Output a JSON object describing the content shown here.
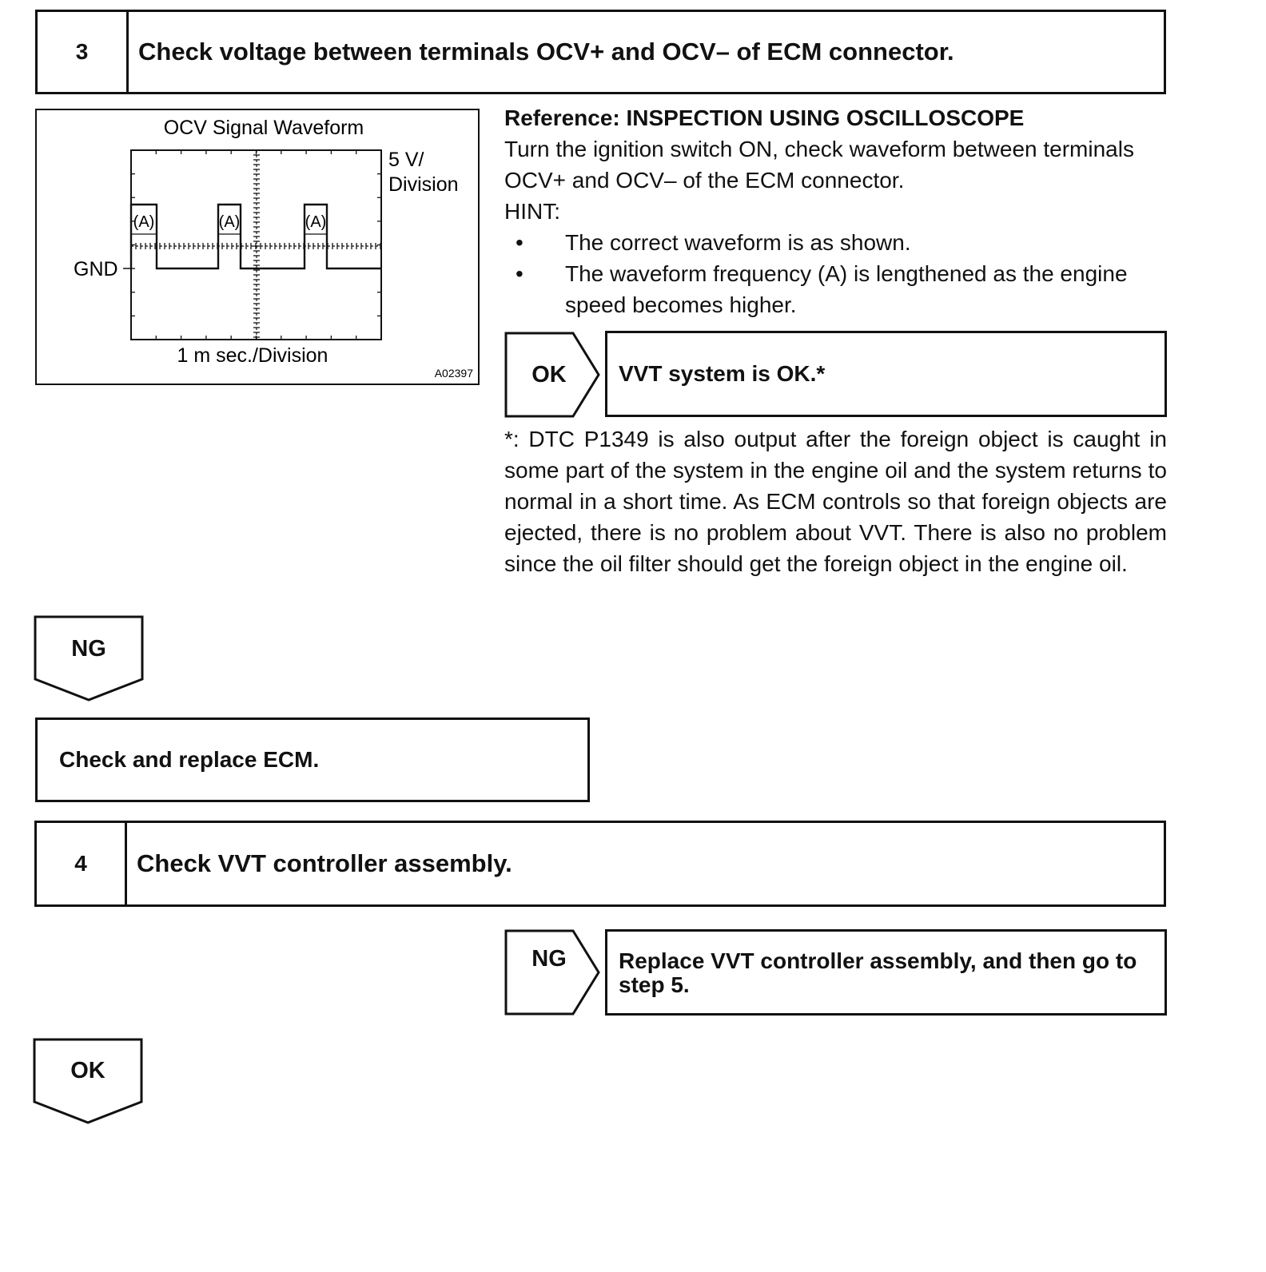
{
  "step3": {
    "number": "3",
    "title": "Check voltage between terminals OCV+ and OCV– of ECM connector."
  },
  "figure": {
    "title": "OCV Signal Waveform",
    "y_scale_line1": "5 V/",
    "y_scale_line2": "Division",
    "gnd_label": "GND",
    "x_scale": "1 m sec./Division",
    "pulse_label": "(A)",
    "figure_id": "A02397"
  },
  "reference": {
    "heading": "Reference: INSPECTION USING OSCILLOSCOPE",
    "instruction": "Turn the ignition switch ON, check waveform between terminals OCV+ and OCV– of the ECM connector.",
    "hint_label": "HINT:",
    "hints": [
      "The correct waveform is as shown.",
      "The waveform frequency (A) is lengthened as the engine speed becomes higher."
    ]
  },
  "ok_result": {
    "label": "OK",
    "text": "VVT system is OK.*"
  },
  "footnote": "*: DTC P1349 is also output after the foreign object is caught in some part of the system in the engine oil and the system re­turns to normal in a short time. As ECM controls so that foreign objects are ejected, there is no problem about VVT. There is also no problem since the oil filter should get the foreign object in the engine oil.",
  "ng_flow_label": "NG",
  "ng_action": "Check and replace ECM.",
  "step4": {
    "number": "4",
    "title": "Check VVT controller assembly."
  },
  "ng_result_step4": {
    "label": "NG",
    "text": "Replace VVT controller assembly, and then go to step 5."
  },
  "ok_flow_label": "OK"
}
